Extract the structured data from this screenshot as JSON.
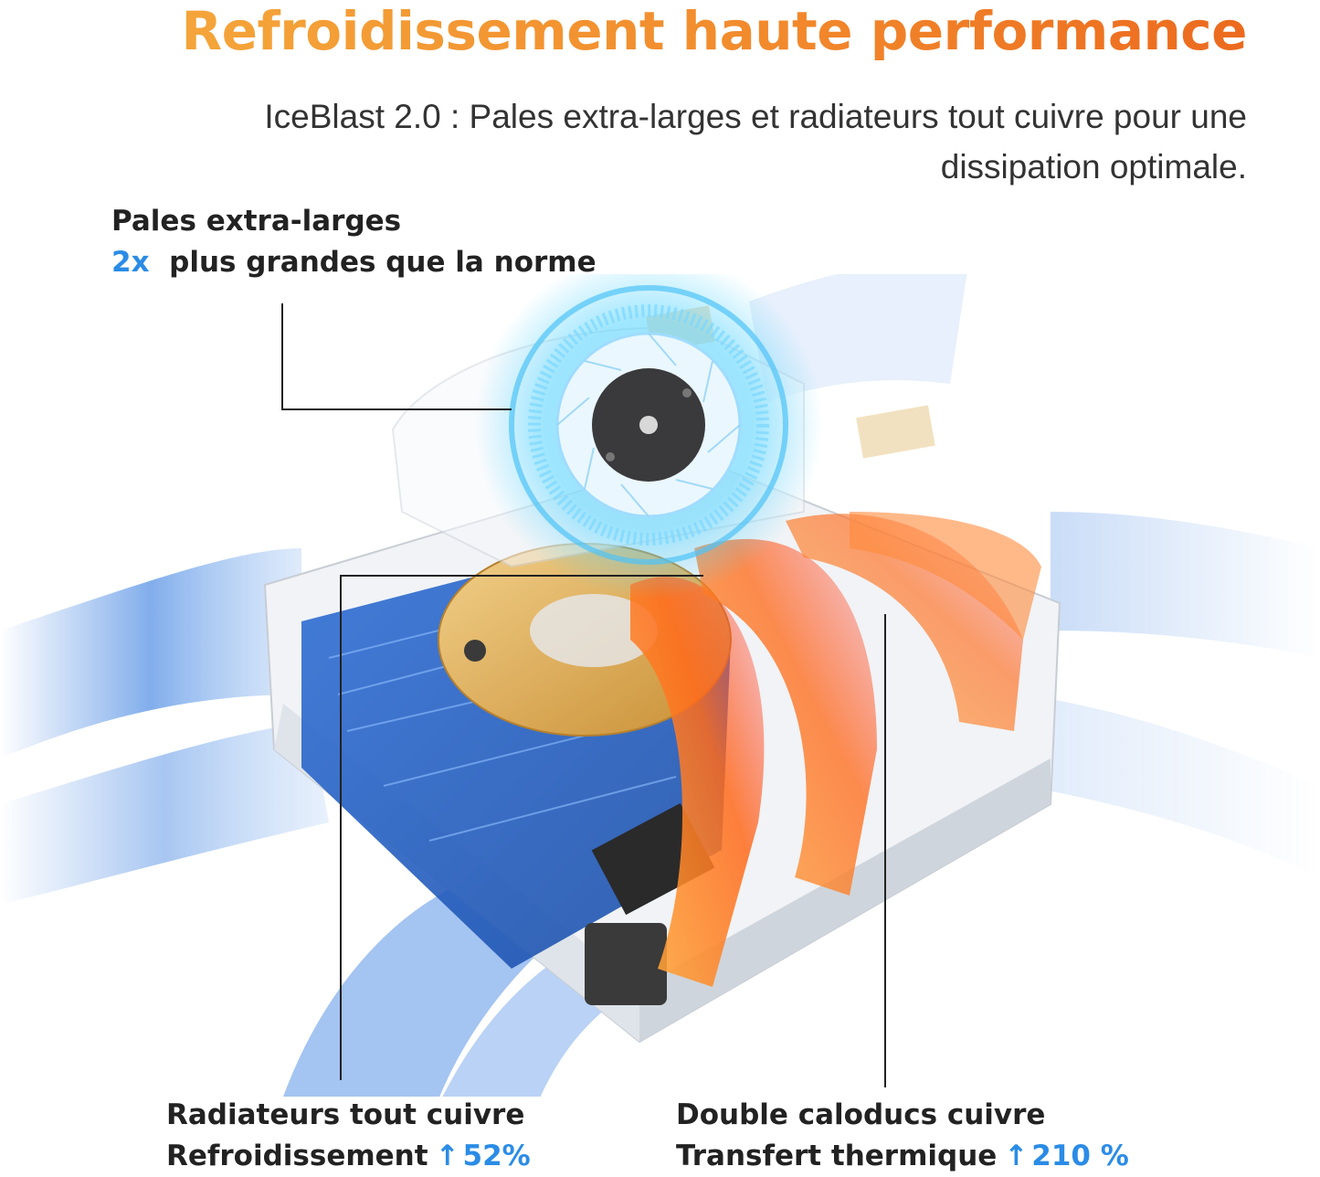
{
  "header": {
    "title": "Refroidissement haute performance",
    "subtitle": "IceBlast 2.0 : Pales extra-larges et radiateurs tout cuivre pour une dissipation optimale."
  },
  "callouts": {
    "fan": {
      "title": "Pales extra-larges",
      "highlight": "2x",
      "detail": "plus grandes que la norme"
    },
    "radiator": {
      "title": "Radiateurs tout cuivre",
      "metric_label": "Refroidissement",
      "arrow": "↑",
      "metric_value": "52%"
    },
    "heatpipe": {
      "title": "Double caloducs cuivre",
      "metric_label": "Transfert thermique",
      "arrow": "↑",
      "metric_value": "210 %"
    }
  },
  "colors": {
    "title_gradient": [
      "#f4a53a",
      "#ec6a1e"
    ],
    "accent_blue": "#2b8ce6",
    "cool_air": "#3a7fe0",
    "hot_air": "#ff6a1a",
    "copper": "#e0b060"
  }
}
